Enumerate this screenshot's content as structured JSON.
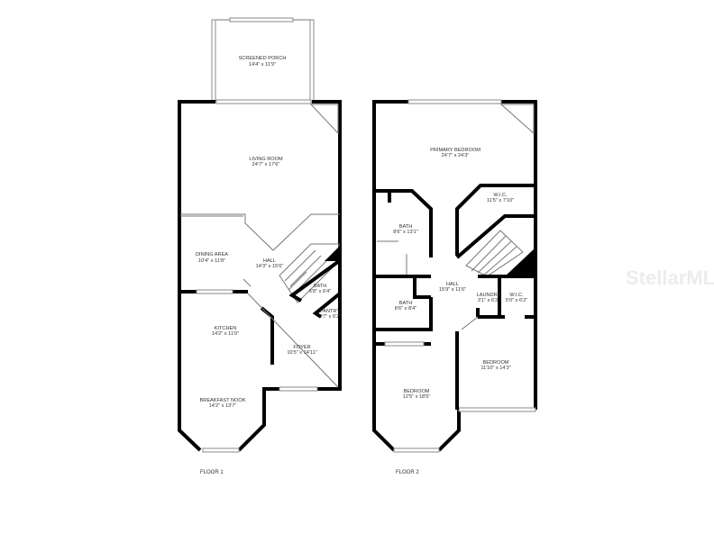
{
  "floors": [
    {
      "label": "FLOOR 1",
      "rooms": [
        {
          "name": "SCREENED PORCH",
          "dims": "14'4\" x 11'9\""
        },
        {
          "name": "LIVING ROOM",
          "dims": "24'7\" x 17'6\""
        },
        {
          "name": "DINING AREA",
          "dims": "10'4\" x 11'8\""
        },
        {
          "name": "HALL",
          "dims": "14'3\" x 15'6\""
        },
        {
          "name": "BATH",
          "dims": "6'8\" x 6'4\""
        },
        {
          "name": "PANTRY",
          "dims": "3'7\" x 6'2\""
        },
        {
          "name": "KITCHEN",
          "dims": "14'2\" x 11'0\""
        },
        {
          "name": "FOYER",
          "dims": "10'5\" x 14'11\""
        },
        {
          "name": "BREAKFAST NOOK",
          "dims": "14'2\" x 13'7\""
        }
      ]
    },
    {
      "label": "FLOOR 2",
      "rooms": [
        {
          "name": "PRIMARY BEDROOM",
          "dims": "24'7\" x 24'3\""
        },
        {
          "name": "W.I.C.",
          "dims": "11'5\" x 7'10\""
        },
        {
          "name": "BATH",
          "dims": "8'6\" x 13'1\""
        },
        {
          "name": "HALL",
          "dims": "15'9\" x 11'6\""
        },
        {
          "name": "BATH",
          "dims": "8'6\" x 8'4\""
        },
        {
          "name": "LAUNDRY",
          "dims": "3'1\" x 6'2\""
        },
        {
          "name": "W.I.C.",
          "dims": "5'0\" x 6'2\""
        },
        {
          "name": "BEDROOM",
          "dims": "11'10\" x 14'3\""
        },
        {
          "name": "BEDROOM",
          "dims": "12'5\" x 18'5\""
        }
      ]
    }
  ],
  "watermark": "StellarMLS"
}
